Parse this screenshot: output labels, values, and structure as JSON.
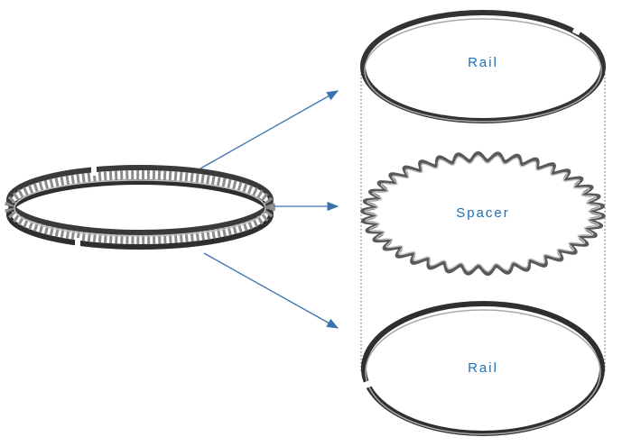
{
  "labels": {
    "rail_top": "Rail",
    "spacer": "Spacer",
    "rail_bottom": "Rail"
  },
  "colors": {
    "label": "#1f6fb2",
    "arrow": "#3b72b0",
    "ring_dark": "#3a3a3a",
    "ring_light": "#9a9a9a",
    "guide": "#555555"
  }
}
